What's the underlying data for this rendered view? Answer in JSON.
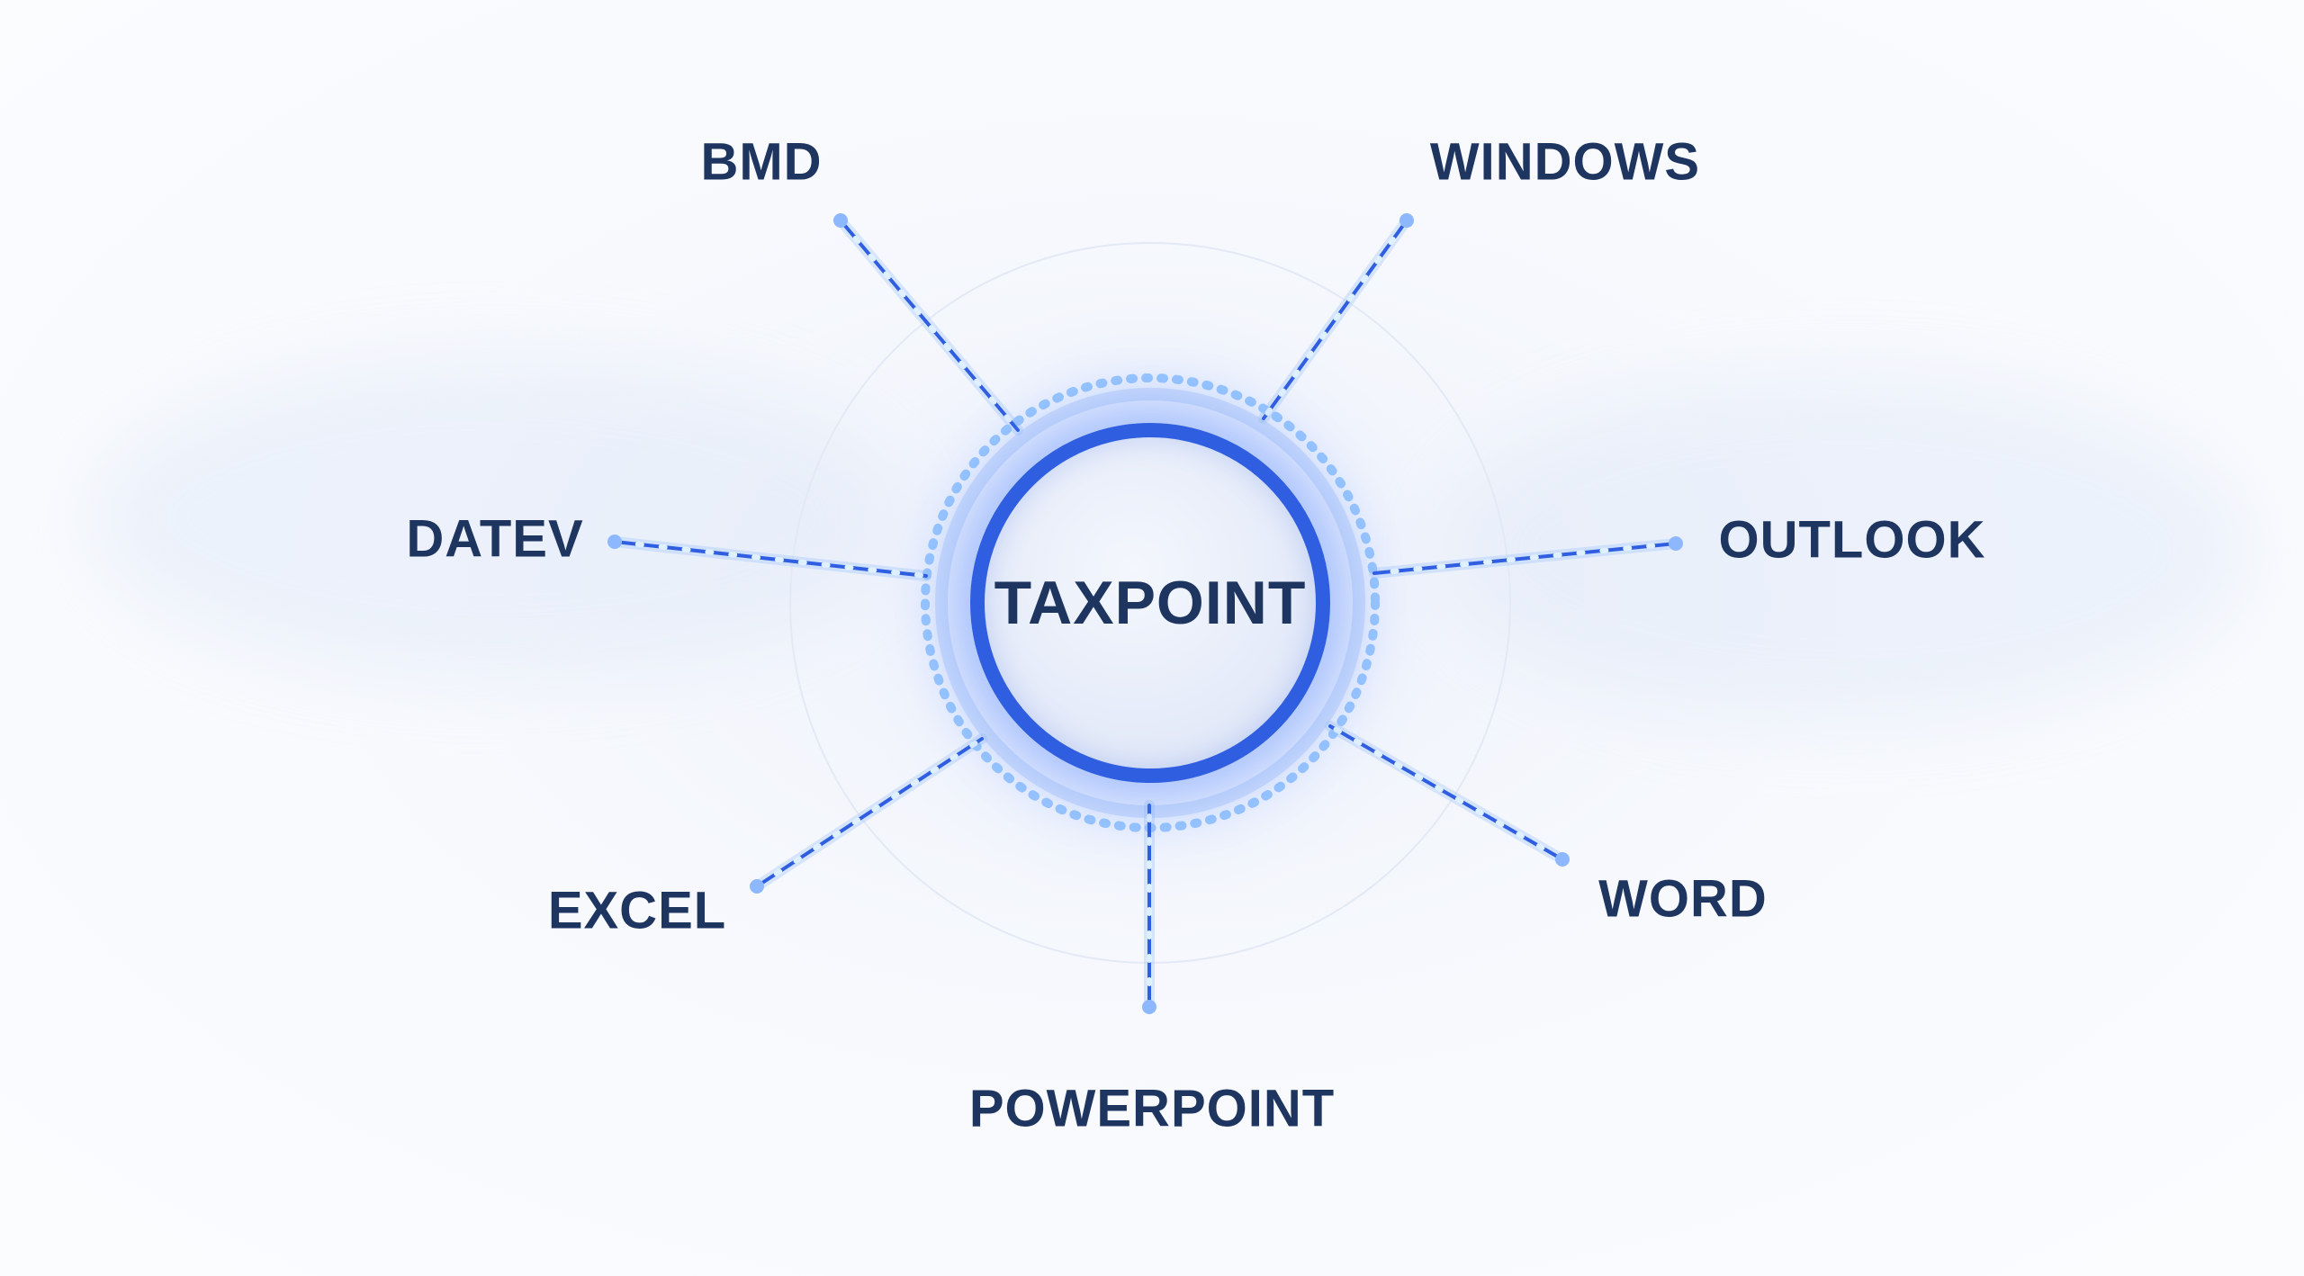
{
  "hub": {
    "label": "TAXPOINT"
  },
  "nodes": [
    {
      "id": "bmd",
      "label": "BMD"
    },
    {
      "id": "windows",
      "label": "WINDOWS"
    },
    {
      "id": "datev",
      "label": "DATEV"
    },
    {
      "id": "outlook",
      "label": "OUTLOOK"
    },
    {
      "id": "excel",
      "label": "EXCEL"
    },
    {
      "id": "word",
      "label": "WORD"
    },
    {
      "id": "powerpoint",
      "label": "POWERPOINT"
    }
  ],
  "colors": {
    "text": "#1e3560",
    "accent": "#2f5ee0",
    "glow": "#7fb2ff"
  }
}
